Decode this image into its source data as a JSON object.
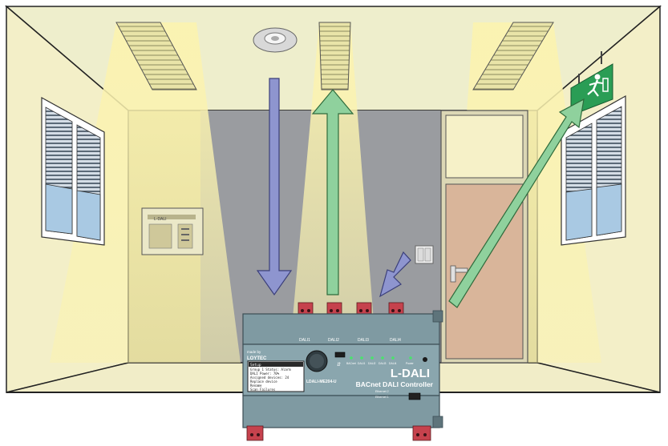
{
  "colors": {
    "wall_side": "#f3efc8",
    "wall_back": "#c6c08c",
    "floor_gray": "#9a9ca0",
    "ceiling": "#eeeecc",
    "light_beam": "#fbf3b0",
    "arrow_blue": "#8e95cf",
    "arrow_green": "#8fd19d",
    "controller_body": "#7f9aa2",
    "connector_red": "#c6424d",
    "exit_sign_green": "#2a9d55"
  },
  "controller": {
    "title": "L-DALI",
    "subtitle": "BACnet DALI Controller",
    "model": "LDALI-ME204-U",
    "brand": "LOYTEC",
    "brand_small": "made by",
    "terminal_labels": [
      "DALI1",
      "DALI2",
      "DALI3",
      "DALI4"
    ],
    "led_labels": [
      "BACnet",
      "DALI1",
      "DALI2",
      "DALI3",
      "DALI4"
    ],
    "power_label": "Power",
    "ethernet_labels": [
      "Ethernet 2",
      "Ethernet 1"
    ],
    "display_lines": [
      "Setup",
      "Group 1 Status: Alarm",
      "DALI Power: 70%",
      "Assigned devices: 24",
      "Replace device",
      "Rename",
      "Scan Failures"
    ]
  },
  "exit_sign": {
    "icon": "running-man-exit-icon"
  },
  "poster": {
    "title": "L-DALI"
  }
}
